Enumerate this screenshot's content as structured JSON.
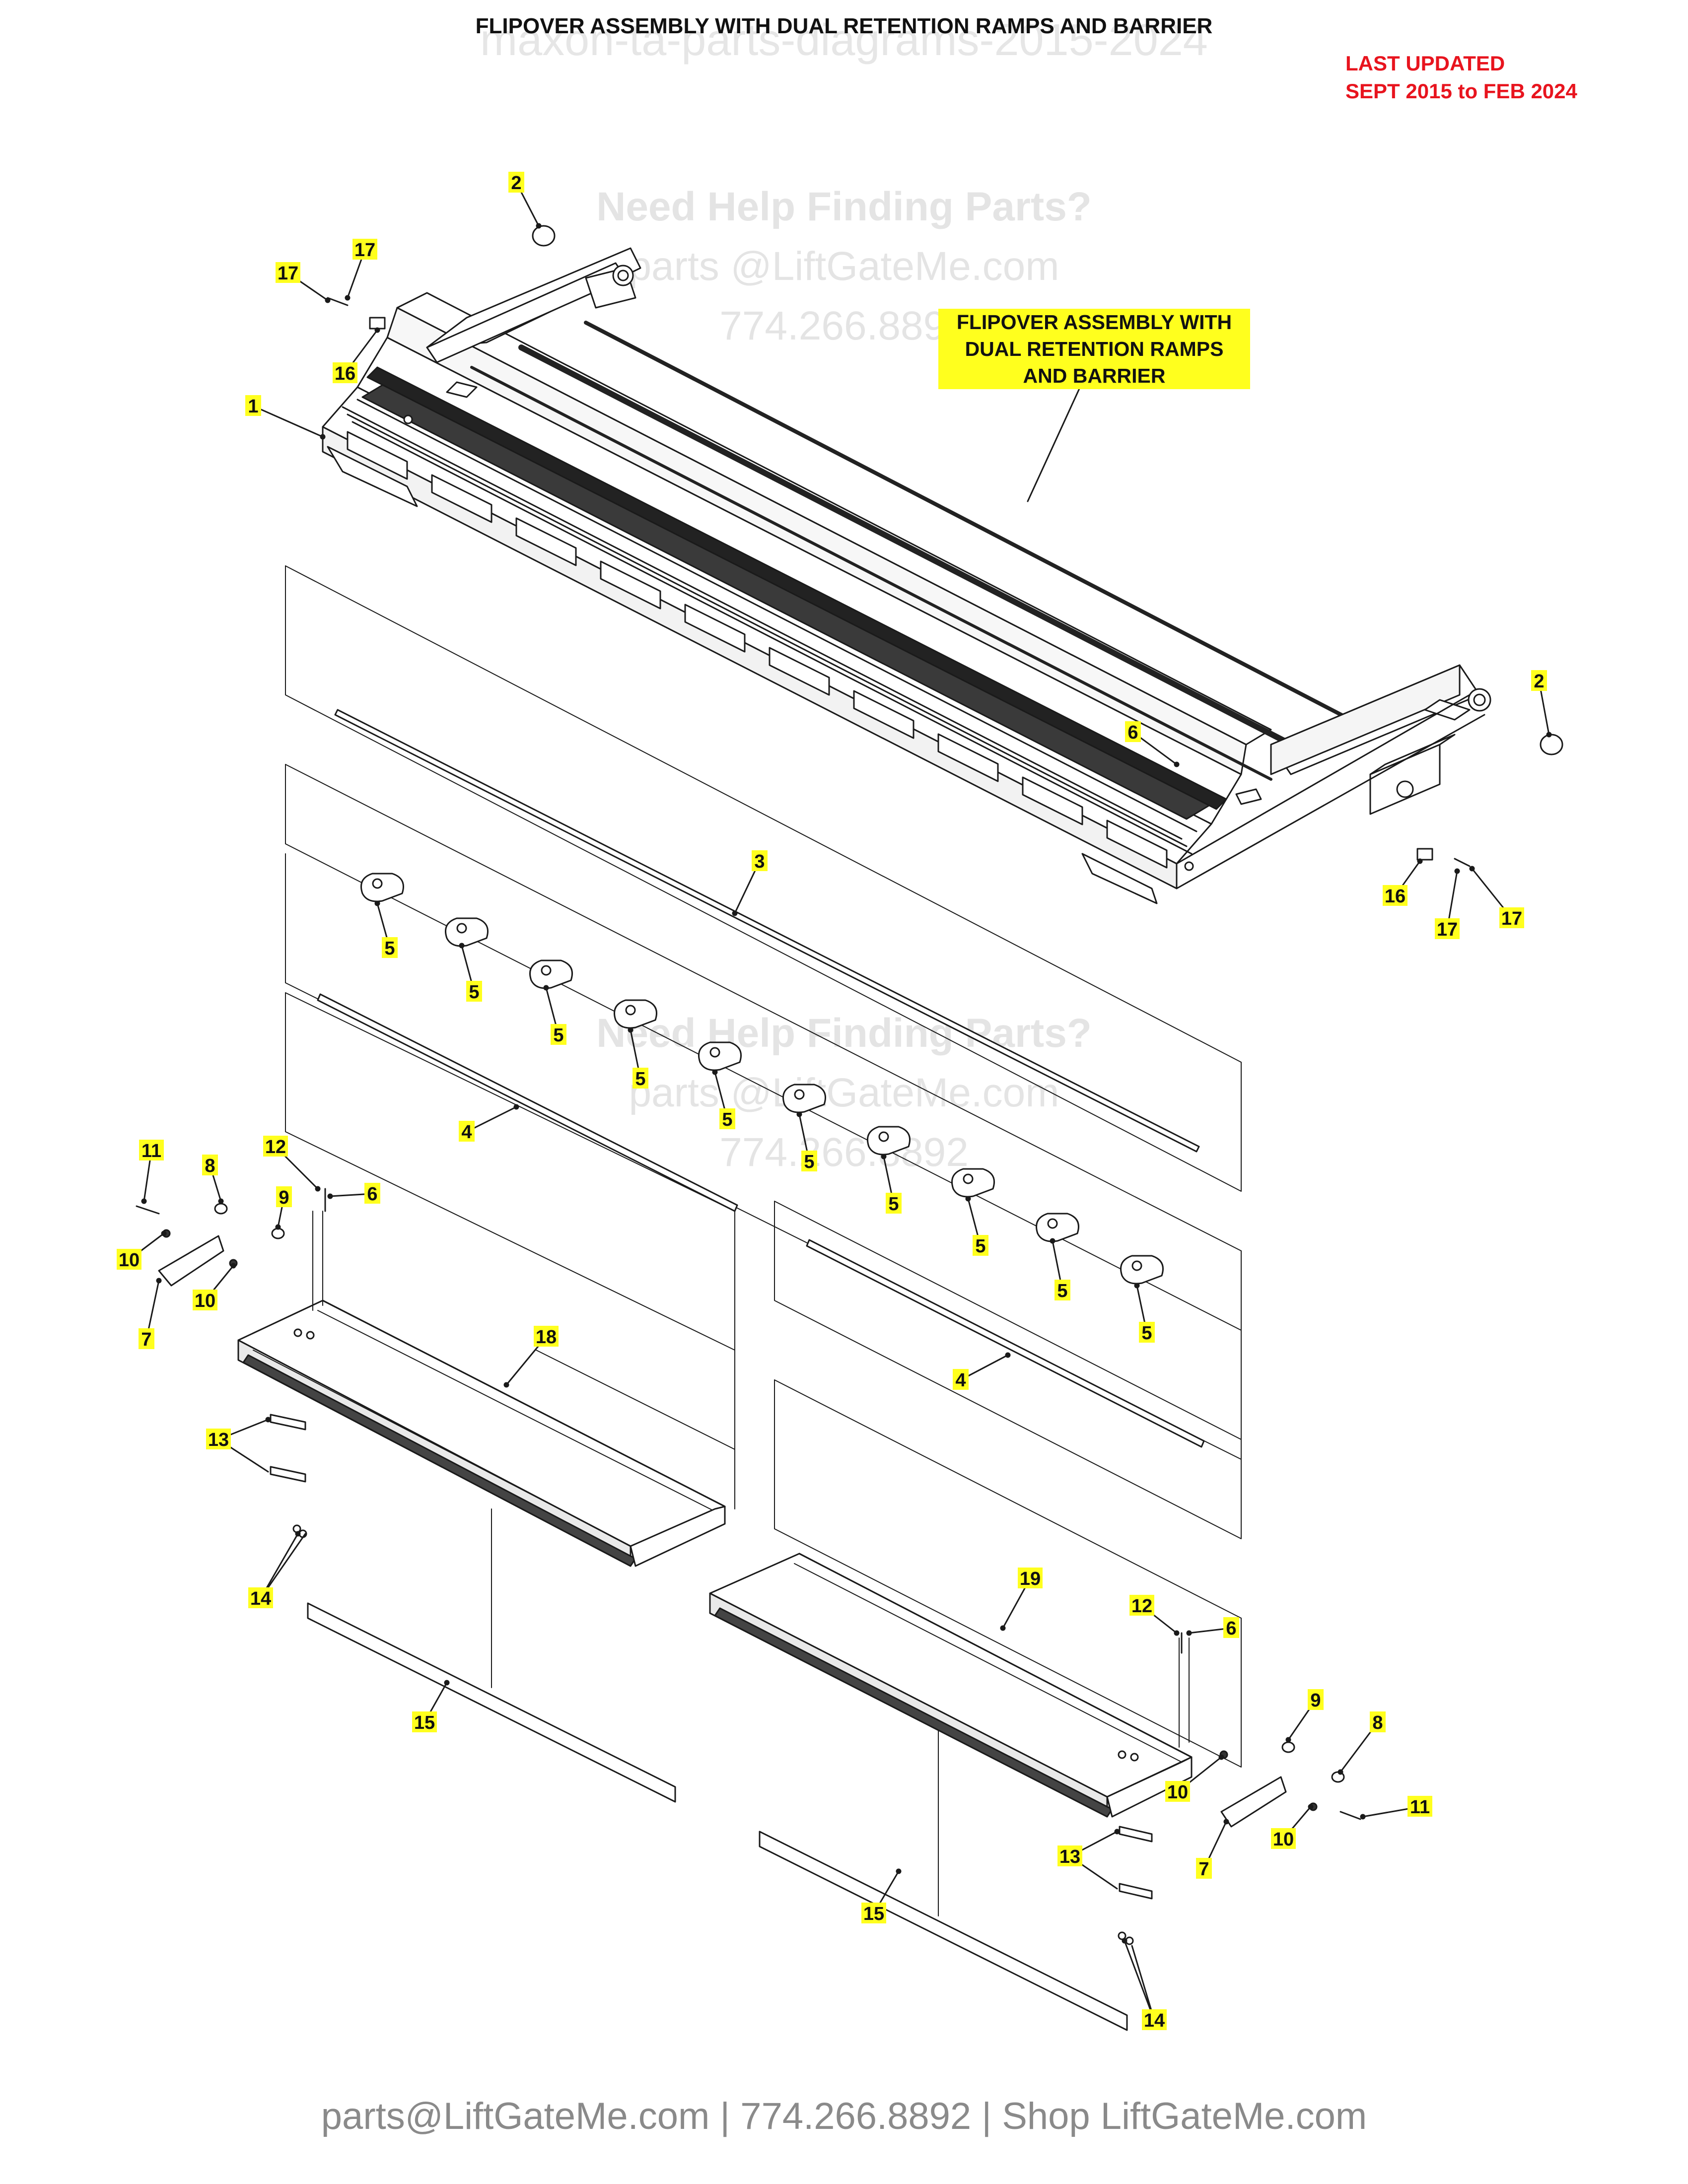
{
  "title": "FLIPOVER ASSEMBLY WITH DUAL RETENTION RAMPS AND BARRIER",
  "last_updated": [
    "LAST UPDATED",
    "SEPT 2015 to FEB 2024"
  ],
  "watermark_top": "maxon-ta-parts-diagrams-2015-2024",
  "watermark": {
    "headline": "Need Help Finding Parts?",
    "email": "parts @LiftGateMe.com",
    "phone": "774.266.8892"
  },
  "assembly_label": [
    "FLIPOVER ASSEMBLY WITH",
    "DUAL RETENTION RAMPS",
    "AND BARRIER"
  ],
  "footer": {
    "email": "parts@LiftGateMe.com",
    "sep1": " | ",
    "phone": "774.266.8892",
    "sep2": " | ",
    "shop": "Shop LiftGateMe.com"
  },
  "colors": {
    "callout_highlight": "#ffff1e",
    "updated_red": "#e8141e",
    "line": "#1a1a1a"
  },
  "callouts": [
    {
      "n": "1"
    },
    {
      "n": "2"
    },
    {
      "n": "2"
    },
    {
      "n": "3"
    },
    {
      "n": "4"
    },
    {
      "n": "4"
    },
    {
      "n": "5"
    },
    {
      "n": "5"
    },
    {
      "n": "5"
    },
    {
      "n": "5"
    },
    {
      "n": "5"
    },
    {
      "n": "5"
    },
    {
      "n": "5"
    },
    {
      "n": "5"
    },
    {
      "n": "5"
    },
    {
      "n": "5"
    },
    {
      "n": "6"
    },
    {
      "n": "6"
    },
    {
      "n": "6"
    },
    {
      "n": "7"
    },
    {
      "n": "7"
    },
    {
      "n": "8"
    },
    {
      "n": "8"
    },
    {
      "n": "9"
    },
    {
      "n": "9"
    },
    {
      "n": "10"
    },
    {
      "n": "10"
    },
    {
      "n": "10"
    },
    {
      "n": "10"
    },
    {
      "n": "11"
    },
    {
      "n": "11"
    },
    {
      "n": "12"
    },
    {
      "n": "12"
    },
    {
      "n": "13"
    },
    {
      "n": "13"
    },
    {
      "n": "14"
    },
    {
      "n": "14"
    },
    {
      "n": "15"
    },
    {
      "n": "15"
    },
    {
      "n": "16"
    },
    {
      "n": "16"
    },
    {
      "n": "17"
    },
    {
      "n": "17"
    },
    {
      "n": "17"
    },
    {
      "n": "17"
    },
    {
      "n": "18"
    },
    {
      "n": "19"
    }
  ]
}
